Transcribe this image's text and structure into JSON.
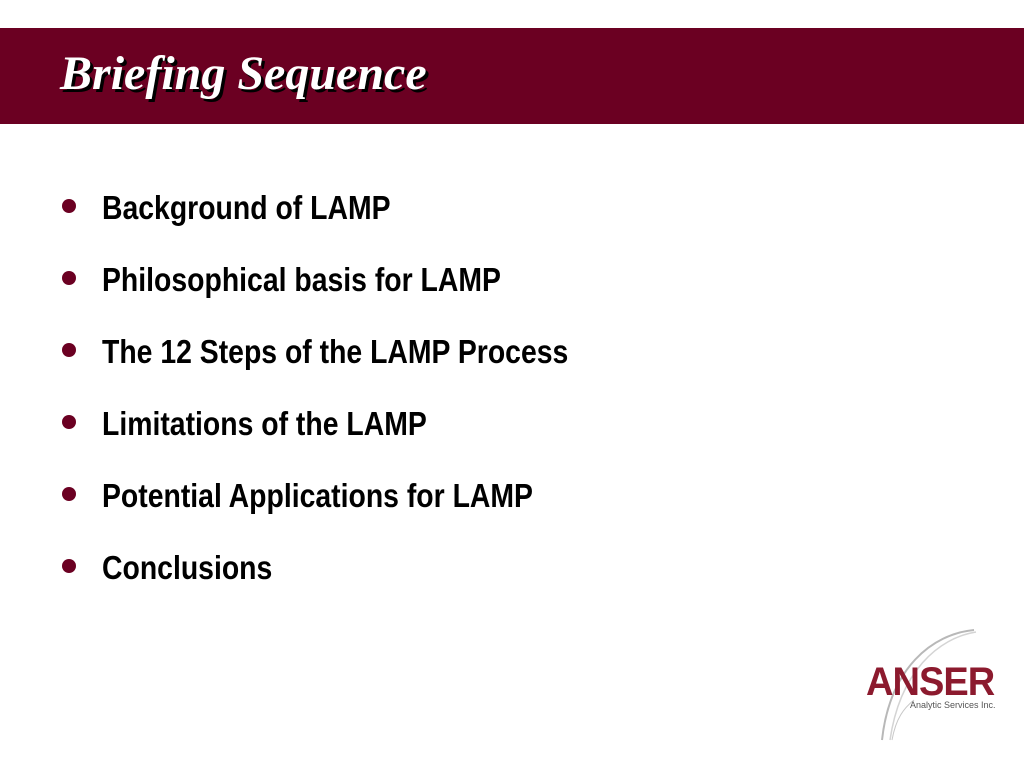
{
  "slide": {
    "title": "Briefing Sequence",
    "bullets": [
      "Background of LAMP",
      "Philosophical basis for LAMP",
      "The 12 Steps of the LAMP Process",
      "Limitations of the LAMP",
      "Potential Applications for LAMP",
      "Conclusions"
    ]
  },
  "logo": {
    "name": "ANSER",
    "tagline": "Analytic Services Inc."
  },
  "colors": {
    "title_bar": "#6b0022",
    "bullet": "#6b0022",
    "logo": "#8c1a2e"
  },
  "icons": {
    "bullet": "bullet-dot-icon",
    "logo_swoosh": "swoosh-icon"
  }
}
